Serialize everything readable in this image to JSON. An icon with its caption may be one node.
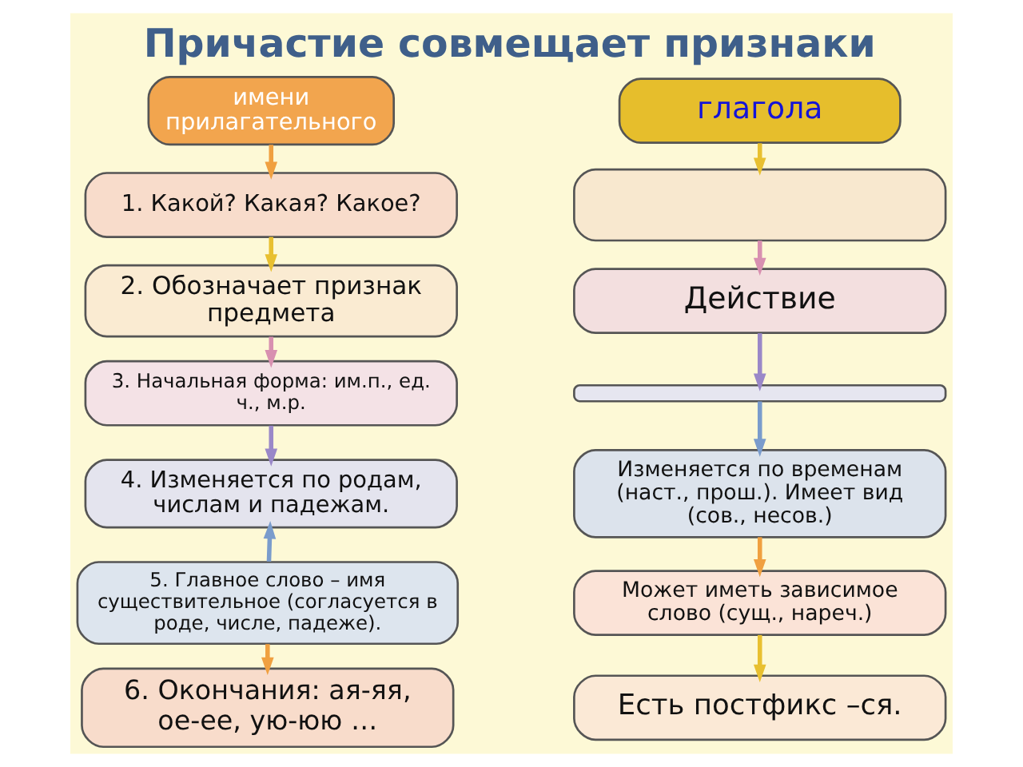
{
  "diagram": {
    "title": "Причастие совмещает признаки",
    "nodes": [
      {
        "text": [
          "имени прилагательного"
        ]
      },
      {
        "text": [
          "глагола"
        ]
      },
      {
        "text": [
          "1. Какой? Какая? Какое?"
        ]
      },
      {
        "text": [
          "2. Обозначает признак предмета"
        ]
      },
      {
        "text": [
          "3. Начальная форма: им.п., ед. ч., м.р."
        ]
      },
      {
        "text": [
          "4. Изменяется по родам, числам и падежам."
        ]
      },
      {
        "text": [
          "5. Главное слово – имя существительное (согласуется в роде, числе, падеже)."
        ]
      },
      {
        "text": [
          "6. Окончания: ая-яя, ое-ее, ую-юю …"
        ]
      },
      {
        "text": [],
        "shape": "box"
      },
      {
        "text": [
          "Действие"
        ]
      },
      {
        "text": [],
        "shape": "bar"
      },
      {
        "text": [
          "Изменяется по временам (наст., прош.). Имеет вид (сов., несов.)"
        ]
      },
      {
        "text": [
          "Может иметь зависимое слово (сущ., нареч.)"
        ]
      },
      {
        "text": [
          "Есть постфикс –ся."
        ]
      }
    ],
    "edges": [
      {
        "from": 0,
        "to": 2,
        "arrow": "to",
        "color": "#f0a040"
      },
      {
        "from": 2,
        "to": 3,
        "arrow": "to",
        "color": "#e8c030"
      },
      {
        "from": 3,
        "to": 4,
        "arrow": "to",
        "color": "#d890b0"
      },
      {
        "from": 4,
        "to": 5,
        "arrow": "to",
        "color": "#9a88c8"
      },
      {
        "from": 6,
        "to": 5,
        "arrow": "to",
        "color": "#7a9ccc"
      },
      {
        "from": 6,
        "to": 7,
        "arrow": "to",
        "color": "#f0a040"
      },
      {
        "from": 1,
        "to": 8,
        "arrow": "to",
        "color": "#e8c030"
      },
      {
        "from": 8,
        "to": 9,
        "arrow": "to",
        "color": "#d890b0"
      },
      {
        "from": 9,
        "to": 10,
        "arrow": "to",
        "color": "#9a88c8"
      },
      {
        "from": 10,
        "to": 11,
        "arrow": "to",
        "color": "#7a9ccc"
      },
      {
        "from": 11,
        "to": 12,
        "arrow": "to",
        "color": "#f0a040"
      },
      {
        "from": 12,
        "to": 13,
        "arrow": "to",
        "color": "#e8c030"
      }
    ]
  }
}
